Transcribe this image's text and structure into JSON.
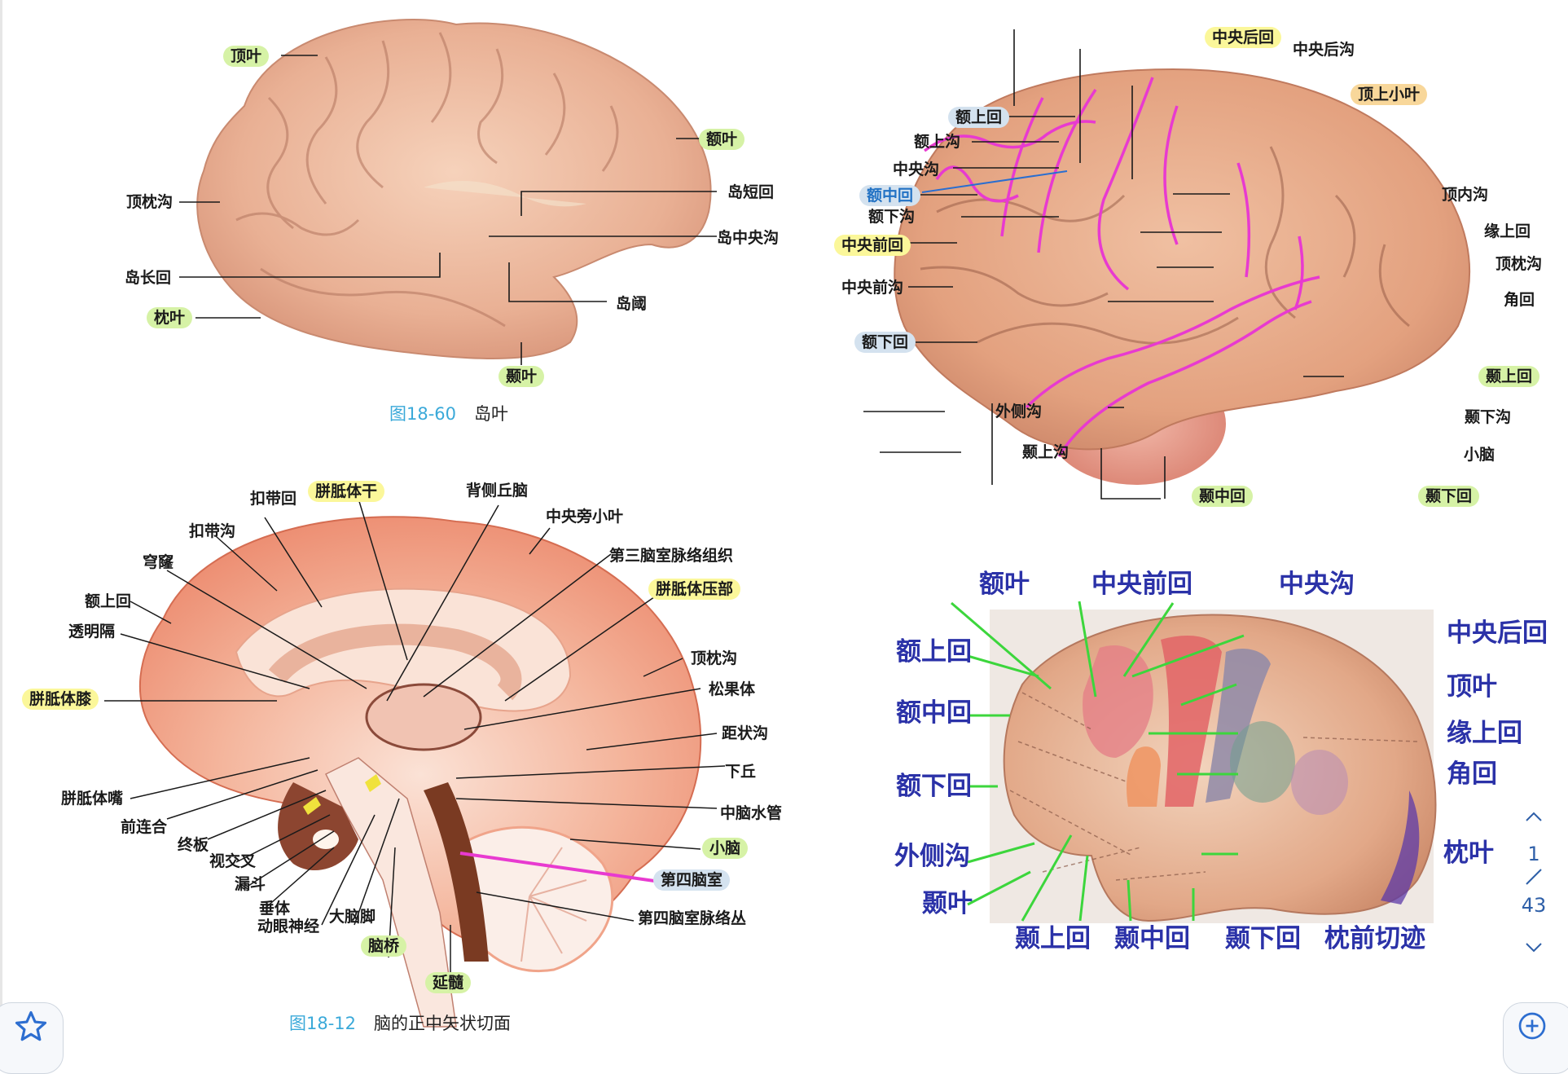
{
  "figures": {
    "insula": {
      "caption_num": "图18-60",
      "caption_title": "岛叶",
      "labels": {
        "parietal_lobe": "顶叶",
        "frontal_lobe": "额叶",
        "parieto_occipital_sulcus": "顶枕沟",
        "short_insular_gyri": "岛短回",
        "central_insular_sulcus": "岛中央沟",
        "long_insular_gyrus": "岛长回",
        "limen_insulae": "岛阈",
        "occipital_lobe": "枕叶",
        "temporal_lobe": "颞叶"
      }
    },
    "lateral_photo": {
      "labels": {
        "postcentral_gyrus": "中央后回",
        "postcentral_sulcus": "中央后沟",
        "superior_parietal_lobule": "顶上小叶",
        "superior_frontal_gyrus": "额上回",
        "superior_frontal_sulcus": "额上沟",
        "central_sulcus": "中央沟",
        "middle_frontal_gyrus": "额中回",
        "inferior_frontal_sulcus": "额下沟",
        "precentral_gyrus": "中央前回",
        "precentral_sulcus": "中央前沟",
        "inferior_frontal_gyrus": "额下回",
        "lateral_sulcus": "外侧沟",
        "superior_temporal_sulcus": "颞上沟",
        "middle_temporal_gyrus": "颞中回",
        "intraparietal_sulcus": "顶内沟",
        "supramarginal_gyrus": "缘上回",
        "parieto_occipital_sulcus": "顶枕沟",
        "angular_gyrus": "角回",
        "superior_temporal_gyrus": "颞上回",
        "inferior_temporal_sulcus": "颞下沟",
        "cerebellum": "小脑",
        "inferior_temporal_gyrus": "颞下回"
      }
    },
    "sagittal": {
      "caption_num": "图18-12",
      "caption_title": "脑的正中矢状切面",
      "labels": {
        "cingulate_gyrus": "扣带回",
        "corpus_callosum_trunk": "胼胝体干",
        "dorsal_thalamus": "背侧丘脑",
        "paracentral_lobule": "中央旁小叶",
        "cingulate_sulcus": "扣带沟",
        "third_ventricle_choroid": "第三脑室脉络组织",
        "fornix": "穹窿",
        "splenium": "胼胝体压部",
        "superior_frontal_gyrus": "额上回",
        "septum_pellucidum": "透明隔",
        "parieto_occipital_sulcus": "顶枕沟",
        "pineal_body": "松果体",
        "genu": "胼胝体膝",
        "calcarine_sulcus": "距状沟",
        "inferior_colliculus": "下丘",
        "rostrum": "胼胝体嘴",
        "cerebral_aqueduct": "中脑水管",
        "anterior_commissure": "前连合",
        "lamina_terminalis": "终板",
        "cerebellum": "小脑",
        "optic_chiasm": "视交叉",
        "fourth_ventricle": "第四脑室",
        "infundibulum": "漏斗",
        "hypophysis": "垂体",
        "fourth_ventricle_choroid_plexus": "第四脑室脉络丛",
        "oculomotor_nerve": "动眼神经",
        "cerebral_peduncle": "大脑脚",
        "pons": "脑桥",
        "medulla": "延髓"
      }
    },
    "lateral_colored": {
      "labels": {
        "frontal_lobe": "额叶",
        "precentral_gyrus": "中央前回",
        "central_sulcus": "中央沟",
        "postcentral_gyrus": "中央后回",
        "superior_frontal_gyrus": "额上回",
        "parietal_lobe": "顶叶",
        "middle_frontal_gyrus": "额中回",
        "supramarginal_gyrus": "缘上回",
        "angular_gyrus": "角回",
        "inferior_frontal_gyrus": "额下回",
        "occipital_lobe": "枕叶",
        "lateral_sulcus": "外侧沟",
        "temporal_lobe": "颞叶",
        "superior_temporal_gyrus": "颞上回",
        "middle_temporal_gyrus": "颞中回",
        "inferior_temporal_gyrus": "颞下回",
        "preoccipital_notch": "枕前切迹"
      }
    }
  },
  "pager": {
    "up_icon": "^",
    "current": "1",
    "separator": "/",
    "total": "43",
    "down_icon": "v"
  },
  "buttons": {
    "bookmark_icon": "star-icon",
    "zoom_icon": "plus-circle-icon"
  },
  "colors": {
    "caption_blue": "#3aa9d9",
    "label_green": "#d6f2a6",
    "label_yellow": "#fbf79a",
    "label_blue": "#d4e2ef",
    "label_orange": "#f8d79a",
    "annot_blue_text": "#2b32a8",
    "annot_green_line": "#3cd63c",
    "sulcus_magenta": "#e83ad0",
    "nav_blue": "#2e5fa8"
  }
}
